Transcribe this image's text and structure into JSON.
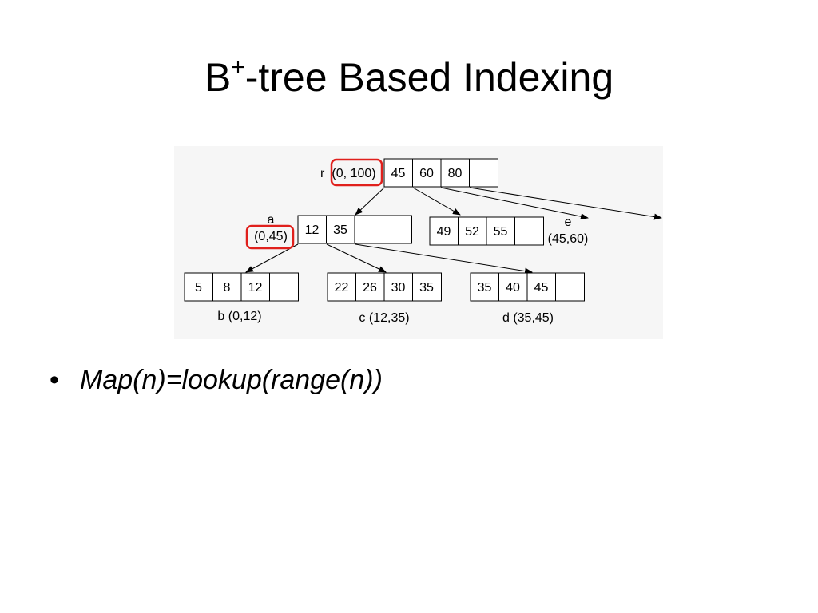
{
  "slide": {
    "title_main": "B",
    "title_sup": "+",
    "title_rest": "-tree Based Indexing"
  },
  "diagram": {
    "root": {
      "label": "r",
      "range": "(0, 100)",
      "keys": [
        "45",
        "60",
        "80",
        ""
      ]
    },
    "node_a": {
      "label": "a",
      "range": "(0,45)",
      "keys": [
        "12",
        "35",
        "",
        ""
      ]
    },
    "node_mid": {
      "keys": [
        "49",
        "52",
        "55",
        ""
      ]
    },
    "node_e": {
      "label": "e",
      "range": "(45,60)"
    },
    "leaf_b": {
      "keys": [
        "5",
        "8",
        "12",
        ""
      ],
      "caption": "b (0,12)"
    },
    "leaf_c": {
      "keys": [
        "22",
        "26",
        "30",
        "35"
      ],
      "caption": "c (12,35)"
    },
    "leaf_d": {
      "keys": [
        "35",
        "40",
        "45",
        ""
      ],
      "caption": "d (35,45)"
    },
    "highlight_color": "#e0201c"
  },
  "bullets": [
    {
      "text": "Map(n)=lookup(range(n))"
    }
  ]
}
